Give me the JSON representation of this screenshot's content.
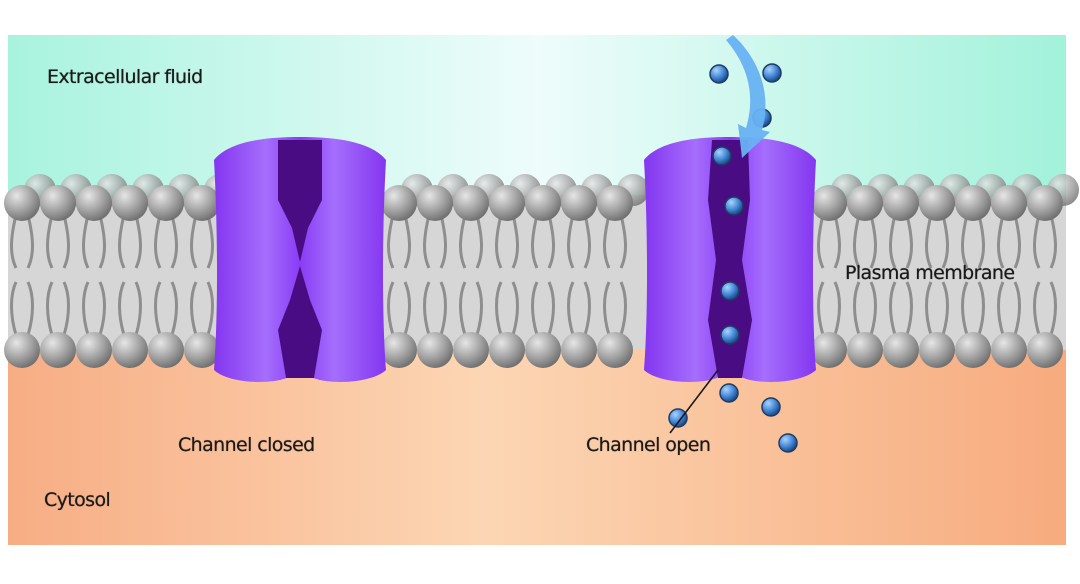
{
  "diagram": {
    "title": "Ion channel: closed vs open",
    "regions": {
      "extracellular": "Extracellular fluid",
      "membrane": "Plasma membrane",
      "cytosol": "Cytosol"
    },
    "channels": [
      {
        "id": "closed",
        "label": "Channel closed",
        "state": "closed"
      },
      {
        "id": "open",
        "label": "Channel open",
        "state": "open"
      }
    ],
    "colors": {
      "extracellular_edge": "#a8f3de",
      "extracellular_center": "#eefcfb",
      "cytosol_edge": "#f8ae80",
      "cytosol_center": "#fcd8b6",
      "membrane_core": "#d6d6d6",
      "lipid_head": "#9a9a9a",
      "channel_body": "#8a3cf5",
      "channel_highlight": "#a36cfb",
      "channel_pore": "#4a0c82",
      "ion": "#3f7fd0",
      "arrow": "#67b2f2"
    }
  }
}
